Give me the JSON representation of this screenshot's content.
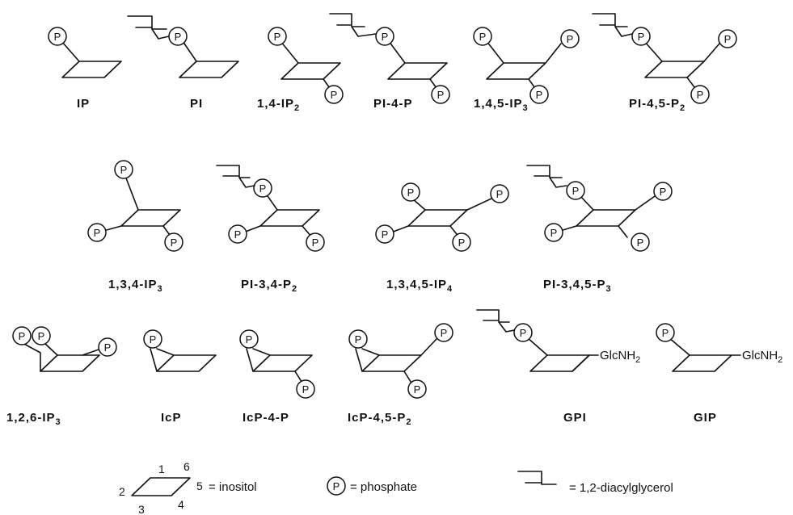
{
  "phosphate_symbol": "P",
  "compounds": [
    {
      "id": "ip",
      "name": "IP",
      "sub": ""
    },
    {
      "id": "pi",
      "name": "PI",
      "sub": ""
    },
    {
      "id": "ip2_14",
      "name": "1,4-IP",
      "sub": "2"
    },
    {
      "id": "pi4p",
      "name": "PI-4-P",
      "sub": ""
    },
    {
      "id": "ip3_145",
      "name": "1,4,5-IP",
      "sub": "3"
    },
    {
      "id": "pi45p2",
      "name": "PI-4,5-P",
      "sub": "2"
    },
    {
      "id": "ip3_134",
      "name": "1,3,4-IP",
      "sub": "3"
    },
    {
      "id": "pi34p2",
      "name": "PI-3,4-P",
      "sub": "2"
    },
    {
      "id": "ip4_1345",
      "name": "1,3,4,5-IP",
      "sub": "4"
    },
    {
      "id": "pi345p3",
      "name": "PI-3,4,5-P",
      "sub": "3"
    },
    {
      "id": "ip3_126",
      "name": "1,2,6-IP",
      "sub": "3"
    },
    {
      "id": "icp",
      "name": "IcP",
      "sub": ""
    },
    {
      "id": "icp4p",
      "name": "IcP-4-P",
      "sub": ""
    },
    {
      "id": "icp45p2",
      "name": "IcP-4,5-P",
      "sub": "2"
    },
    {
      "id": "gpi",
      "name": "GPI",
      "sub": ""
    },
    {
      "id": "gip",
      "name": "GIP",
      "sub": ""
    }
  ],
  "glcnh2": {
    "main": "GlcNH",
    "sub": "2"
  },
  "legend": {
    "ring_numbers": [
      "1",
      "2",
      "3",
      "4",
      "5",
      "6"
    ],
    "inositol": "= inositol",
    "phosphate": "= phosphate",
    "diacylglycerol": "= 1,2-diacylglycerol"
  }
}
